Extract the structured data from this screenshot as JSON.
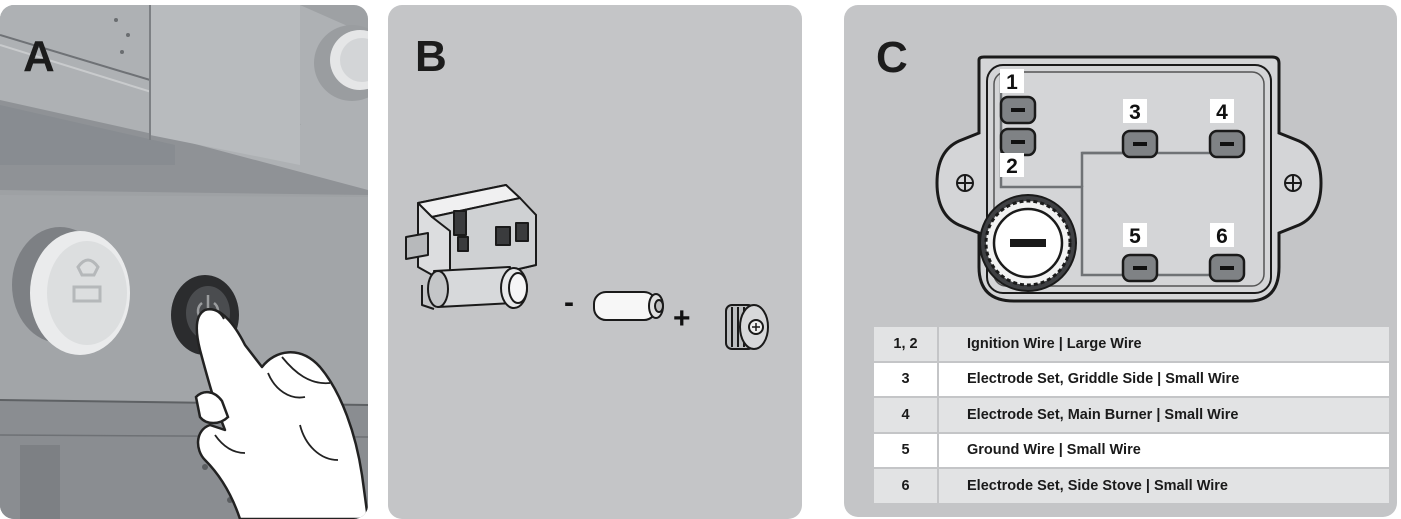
{
  "panels": {
    "a": {
      "letter": "A"
    },
    "b": {
      "letter": "B",
      "minus": "-",
      "plus": "+"
    },
    "c": {
      "letter": "C",
      "terminals": [
        "1",
        "2",
        "3",
        "4",
        "5",
        "6"
      ],
      "legend": [
        {
          "num": "1, 2",
          "desc": "Ignition Wire | Large Wire"
        },
        {
          "num": "3",
          "desc": "Electrode Set, Griddle Side | Small Wire"
        },
        {
          "num": "4",
          "desc": "Electrode Set, Main Burner | Small Wire"
        },
        {
          "num": "5",
          "desc": "Ground Wire | Small Wire"
        },
        {
          "num": "6",
          "desc": "Electrode Set, Side Stove | Small Wire"
        }
      ]
    }
  },
  "colors": {
    "panel_bg": "#c4c5c7",
    "panel_a_bg": "#9ea1a4",
    "table_row_alt": "#e2e3e4",
    "terminal_fill": "#7f8285"
  }
}
